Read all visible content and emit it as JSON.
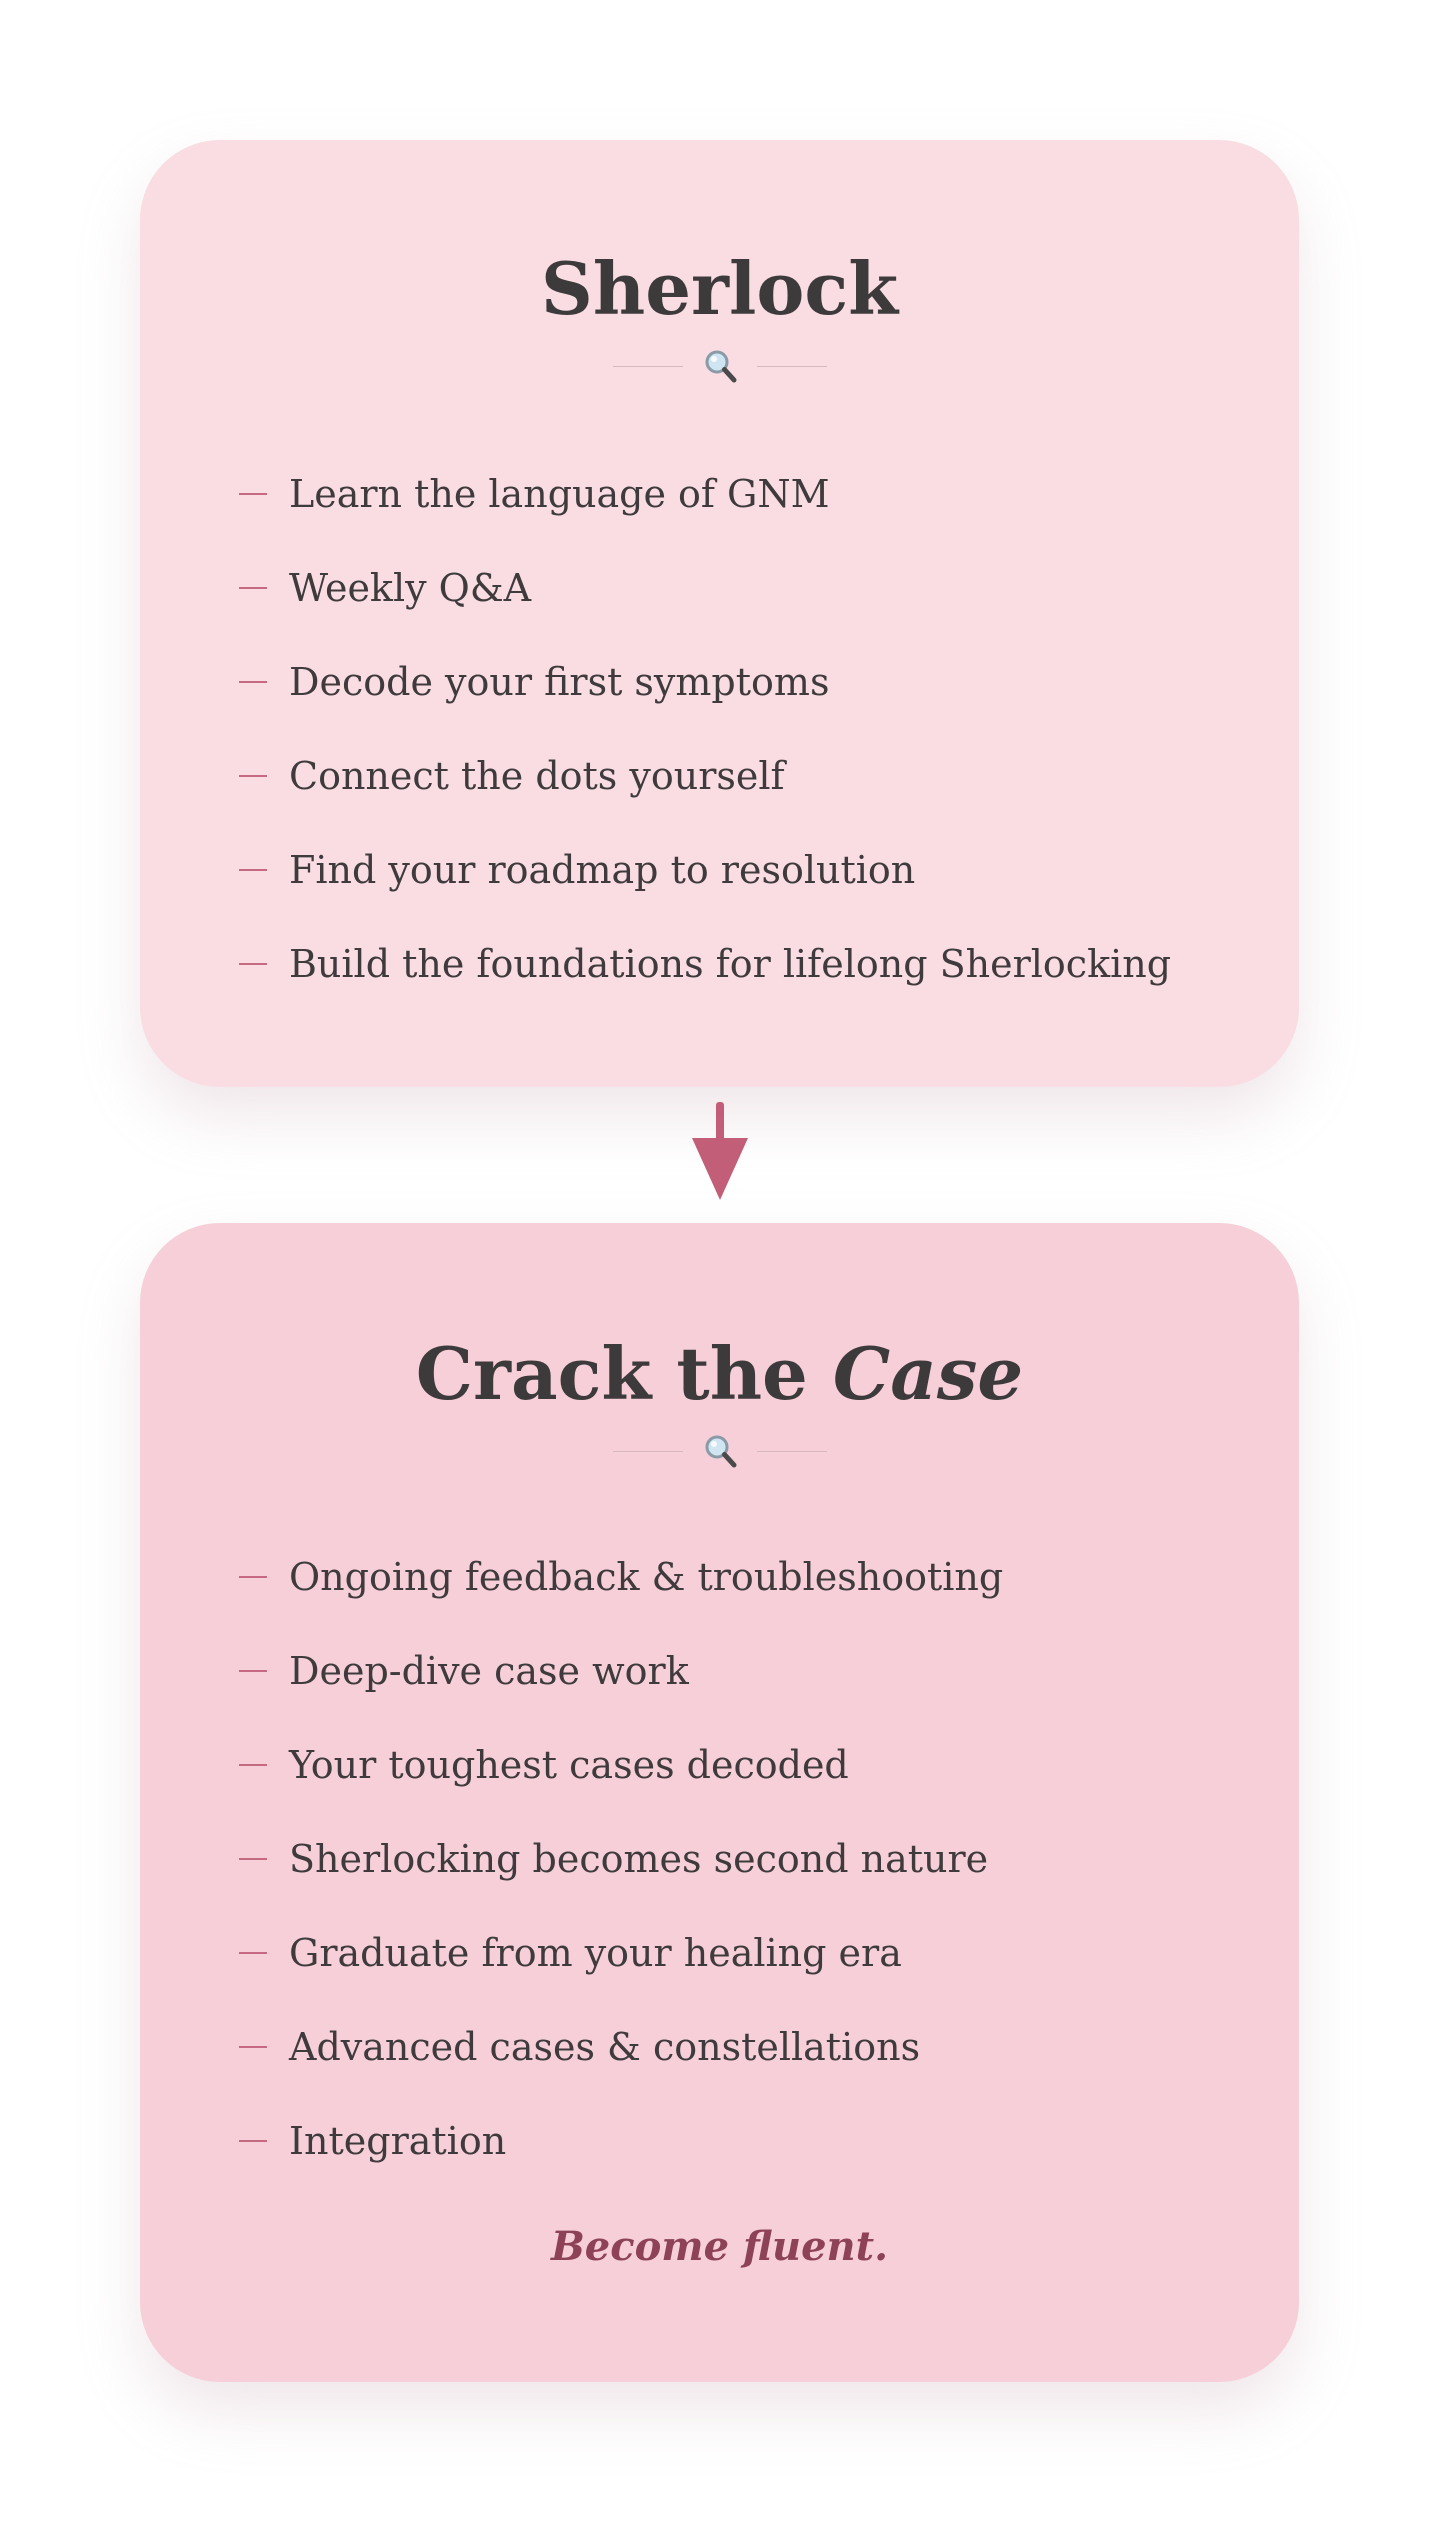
{
  "colors": {
    "card_1_bg": "#f9dde3",
    "card_2_bg": "#f6cfd8",
    "accent": "#c56a80",
    "arrow": "#c25e78",
    "tagline": "#8e4257",
    "text": "#3f3b3c"
  },
  "card_1": {
    "title": "Sherlock",
    "divider_icon": "magnifying-glass-icon",
    "items": [
      "Learn the language of GNM",
      "Weekly Q&A",
      "Decode your first symptoms",
      "Connect the dots yourself",
      "Find your roadmap to resolution",
      "Build the foundations for lifelong Sherlocking"
    ]
  },
  "arrow_icon": "down-arrow-icon",
  "card_2": {
    "title_plain": "Crack the ",
    "title_italic": "Case",
    "divider_icon": "magnifying-glass-icon",
    "items": [
      "Ongoing feedback & troubleshooting",
      "Deep-dive case work",
      "Your toughest cases decoded",
      "Sherlocking becomes second nature",
      "Graduate from your healing era",
      "Advanced cases & constellations",
      "Integration"
    ],
    "tagline": "Become fluent."
  }
}
